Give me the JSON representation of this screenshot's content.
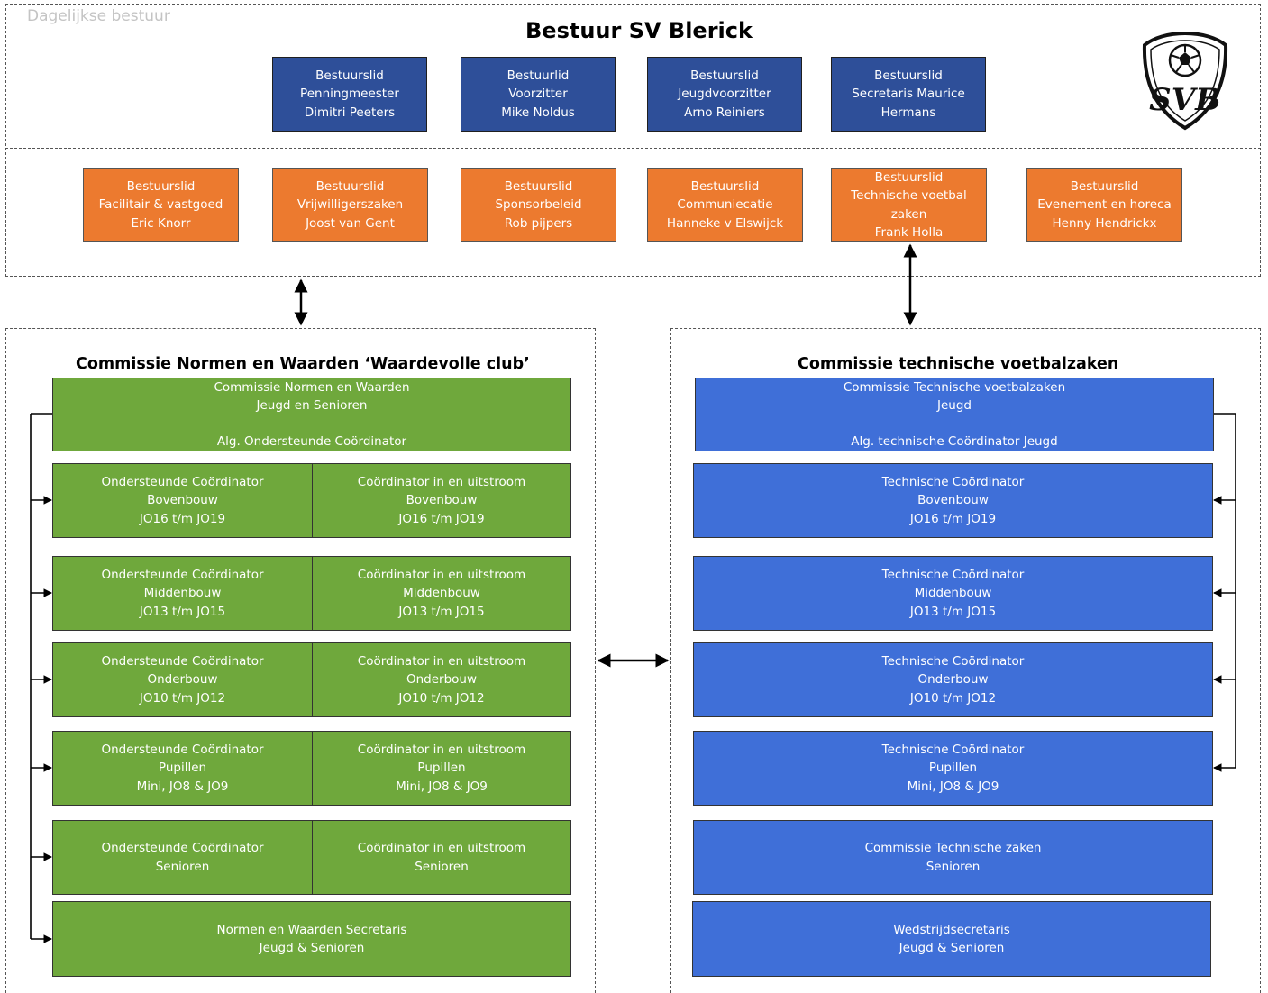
{
  "top_section": {
    "label": "Dagelijkse bestuur",
    "title": "Bestuur SV Blerick",
    "logo": {
      "name": "svb-logo",
      "text": "SVB"
    },
    "board_row1": [
      {
        "lines": [
          "Bestuurslid",
          "Penningmeester",
          "Dimitri Peeters"
        ]
      },
      {
        "lines": [
          "Bestuurlid",
          "Voorzitter",
          "Mike Noldus"
        ]
      },
      {
        "lines": [
          "Bestuurslid",
          "Jeugdvoorzitter",
          "Arno Reiniers"
        ]
      },
      {
        "lines": [
          "Bestuurslid",
          "Secretaris Maurice",
          "Hermans"
        ]
      }
    ],
    "board_row2": [
      {
        "lines": [
          "Bestuurslid",
          "Facilitair & vastgoed",
          "Eric Knorr"
        ]
      },
      {
        "lines": [
          "Bestuurslid",
          "Vrijwilligerszaken",
          "Joost van Gent"
        ]
      },
      {
        "lines": [
          "Bestuurslid",
          "Sponsorbeleid",
          "Rob pijpers"
        ]
      },
      {
        "lines": [
          "Bestuurslid",
          "Communiecatie",
          "Hanneke v Elswijck"
        ]
      },
      {
        "lines": [
          "Bestuurslid",
          "Technische voetbal",
          "zaken",
          "Frank Holla"
        ]
      },
      {
        "lines": [
          "Bestuurslid",
          "Evenement en horeca",
          "Henny Hendrickx"
        ]
      }
    ]
  },
  "left_section": {
    "title": "Commissie Normen en Waarden  ‘Waardevolle club’",
    "header": [
      "Commissie Normen en Waarden",
      "Jeugd en Senioren",
      "",
      "Alg. Ondersteunde Coördinator"
    ],
    "rows": [
      {
        "left": [
          "Ondersteunde Coördinator",
          "Bovenbouw",
          "JO16 t/m JO19"
        ],
        "right": [
          "Coördinator in en uitstroom",
          "Bovenbouw",
          "JO16 t/m JO19"
        ]
      },
      {
        "left": [
          "Ondersteunde Coördinator",
          "Middenbouw",
          "JO13 t/m JO15"
        ],
        "right": [
          "Coördinator in en uitstroom",
          "Middenbouw",
          "JO13 t/m JO15"
        ]
      },
      {
        "left": [
          "Ondersteunde Coördinator",
          "Onderbouw",
          "JO10 t/m JO12"
        ],
        "right": [
          "Coördinator in en uitstroom",
          "Onderbouw",
          "JO10 t/m JO12"
        ]
      },
      {
        "left": [
          "Ondersteunde Coördinator",
          "Pupillen",
          "Mini, JO8 & JO9"
        ],
        "right": [
          "Coördinator in en uitstroom",
          "Pupillen",
          "Mini, JO8 & JO9"
        ]
      },
      {
        "left": [
          "Ondersteunde Coördinator",
          "Senioren"
        ],
        "right": [
          "Coördinator in en uitstroom",
          "Senioren"
        ]
      }
    ],
    "footer": [
      "Normen en Waarden Secretaris",
      "Jeugd & Senioren"
    ]
  },
  "right_section": {
    "title": "Commissie technische voetbalzaken",
    "header": [
      "Commissie Technische voetbalzaken",
      "Jeugd",
      "",
      "Alg. technische Coördinator Jeugd"
    ],
    "rows": [
      [
        "Technische Coördinator",
        "Bovenbouw",
        "JO16 t/m JO19"
      ],
      [
        "Technische Coördinator",
        "Middenbouw",
        "JO13 t/m JO15"
      ],
      [
        "Technische Coördinator",
        "Onderbouw",
        "JO10 t/m JO12"
      ],
      [
        "Technische Coördinator",
        "Pupillen",
        "Mini, JO8 & JO9"
      ],
      [
        "Commissie Technische zaken",
        "Senioren"
      ]
    ],
    "footer": [
      "Wedstrijdsecretaris",
      "Jeugd & Senioren"
    ]
  },
  "colors": {
    "dark_blue": "#2e4f99",
    "orange": "#ec7a2f",
    "green": "#6fa83c",
    "blue": "#3f6fd8"
  }
}
